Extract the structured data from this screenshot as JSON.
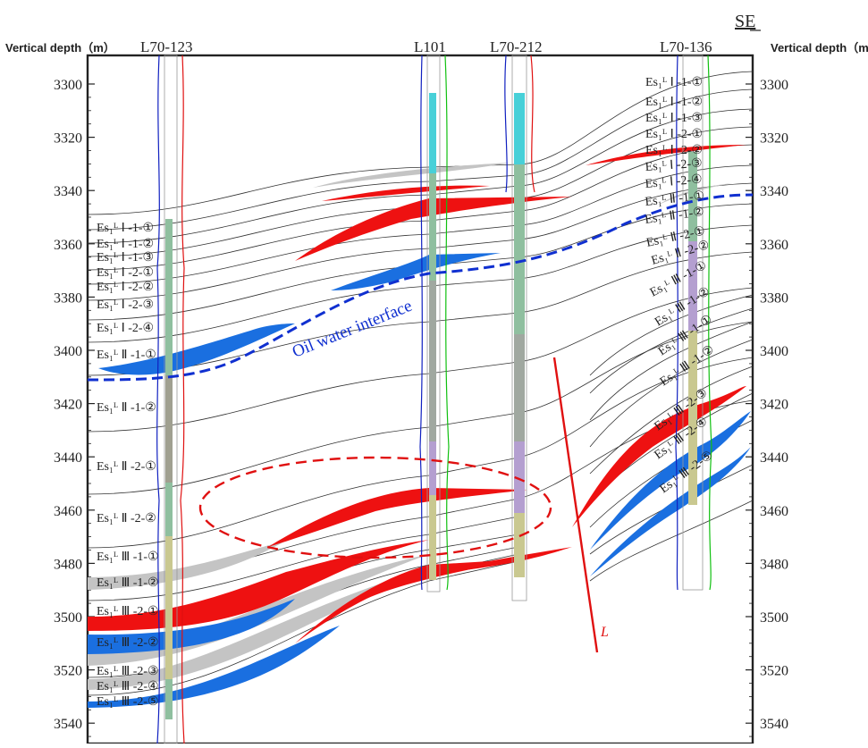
{
  "header": {
    "direction": "SE",
    "left_axis_title": "Vertical depth（m）",
    "right_axis_title": "Vertical depth（m）"
  },
  "wells": [
    "L70-123",
    "L101",
    "L70-212",
    "L70-136"
  ],
  "depth_axis": {
    "min": 3290,
    "max": 3550,
    "ticks": [
      3300,
      3320,
      3340,
      3360,
      3380,
      3400,
      3420,
      3440,
      3460,
      3480,
      3500,
      3520,
      3540
    ]
  },
  "zones_left": [
    "Es₁ᴸ Ⅰ -1-①",
    "Es₁ᴸ Ⅰ -1-②",
    "Es₁ᴸ Ⅰ -1-③",
    "Es₁ᴸ Ⅰ -2-①",
    "Es₁ᴸ Ⅰ -2-②",
    "Es₁ᴸ Ⅰ -2-③",
    "Es₁ᴸ Ⅰ -2-④",
    "Es₁ᴸ Ⅱ -1-①",
    "Es₁ᴸ Ⅱ -1-②",
    "Es₁ᴸ Ⅱ -2-①",
    "Es₁ᴸ Ⅱ -2-②",
    "Es₁ᴸ Ⅲ -1-①",
    "Es₁ᴸ Ⅲ -1-②",
    "Es₁ᴸ Ⅲ -2-①",
    "Es₁ᴸ Ⅲ -2-②",
    "Es₁ᴸ Ⅲ -2-③",
    "Es₁ᴸ Ⅲ -2-④",
    "Es₁ᴸ Ⅲ -2-⑤"
  ],
  "zones_right": [
    "Es₁ᴸ Ⅰ -1-①",
    "Es₁ᴸ Ⅰ -1-②",
    "Es₁ᴸ Ⅰ -1-③",
    "Es₁ᴸ Ⅰ -2-①",
    "Es₁ᴸ Ⅰ -2-②",
    "Es₁ᴸ Ⅰ -2-③",
    "Es₁ᴸ Ⅰ -2-④",
    "Es₁ᴸ Ⅱ -1-①",
    "Es₁ᴸ Ⅱ -1-②",
    "Es₁ᴸ Ⅱ -2-①",
    "Es₁ᴸ Ⅱ -2-②",
    "Es₁ᴸ Ⅲ -1-①",
    "Es₁ᴸ Ⅲ -1-②",
    "Es₁ᴸ Ⅲ -1-①",
    "Es₁ᴸ Ⅲ -1-②",
    "Es₁ᴸ Ⅲ -2-③",
    "Es₁ᴸ Ⅲ -2-④",
    "Es₁ᴸ Ⅲ -2-⑤"
  ],
  "annotations": {
    "oil_water": "Oil water interface",
    "fault": "L"
  },
  "colors": {
    "oil": "#ee1111",
    "water": "#1a6fe0",
    "dry": "#c4c4c4",
    "interface": "#1030d0",
    "frame": "#222222"
  }
}
